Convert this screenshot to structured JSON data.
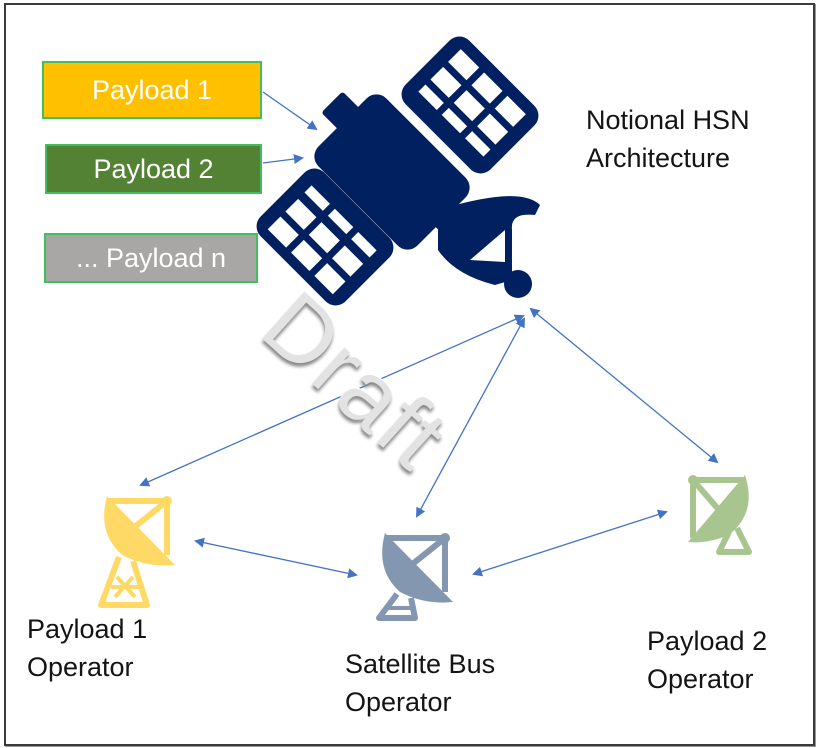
{
  "title": "Notional HSN Architecture",
  "title_lines": [
    "Notional HSN",
    "Architecture"
  ],
  "watermark": "Draft",
  "payloads": [
    {
      "label": "Payload 1",
      "color": "#ffc000"
    },
    {
      "label": "Payload 2",
      "color": "#548235"
    },
    {
      "label": "... Payload n",
      "color": "#a9a6a6"
    }
  ],
  "satellite": {
    "icon": "satellite-icon",
    "color": "#002060"
  },
  "ground_stations": [
    {
      "name": "payload-1-operator",
      "lines": [
        "Payload 1",
        "Operator"
      ],
      "icon": "satellite-dish-icon",
      "color": "#ffd966"
    },
    {
      "name": "satellite-bus-operator",
      "lines": [
        "Satellite Bus",
        "Operator"
      ],
      "icon": "satellite-dish-icon",
      "color": "#8497b0"
    },
    {
      "name": "payload-2-operator",
      "lines": [
        "Payload 2",
        "Operator"
      ],
      "icon": "satellite-dish-icon",
      "color": "#a9c58f"
    }
  ],
  "connections": [
    {
      "from": "Payload 1",
      "to": "Satellite",
      "type": "one-way"
    },
    {
      "from": "Payload 2",
      "to": "Satellite",
      "type": "one-way"
    },
    {
      "from": "Satellite",
      "to": "Payload 1 Operator",
      "type": "two-way"
    },
    {
      "from": "Satellite",
      "to": "Satellite Bus Operator",
      "type": "two-way"
    },
    {
      "from": "Satellite",
      "to": "Payload 2 Operator",
      "type": "two-way"
    },
    {
      "from": "Payload 1 Operator",
      "to": "Satellite Bus Operator",
      "type": "two-way"
    },
    {
      "from": "Satellite Bus Operator",
      "to": "Payload 2 Operator",
      "type": "two-way"
    }
  ],
  "arrow_color": "#4472c4"
}
